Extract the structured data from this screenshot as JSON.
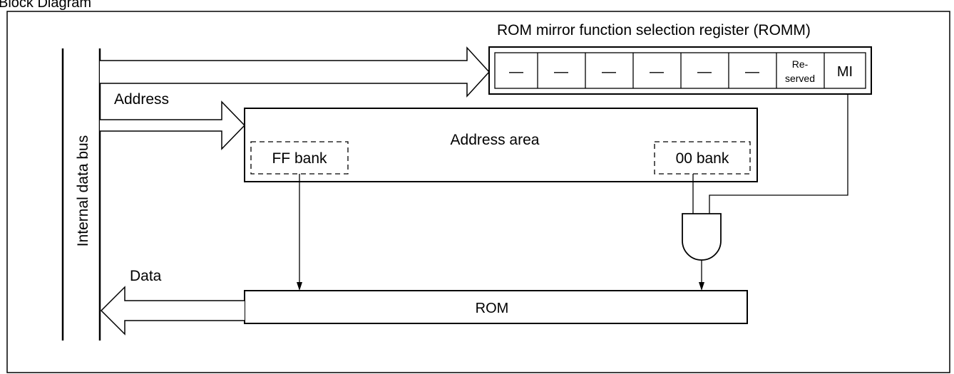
{
  "header": {
    "caption_fragment": "Block Diagram"
  },
  "register": {
    "title": "ROM mirror function selection register (ROMM)",
    "bits": [
      "—",
      "—",
      "—",
      "—",
      "—",
      "—"
    ],
    "reserved_line1": "Re-",
    "reserved_line2": "served",
    "mi": "MI"
  },
  "bus": {
    "label": "Internal data bus"
  },
  "labels": {
    "address": "Address",
    "data": "Data"
  },
  "address_area": {
    "title": "Address area",
    "ff_bank": "FF bank",
    "bank_00": "00 bank"
  },
  "rom": {
    "label": "ROM"
  }
}
